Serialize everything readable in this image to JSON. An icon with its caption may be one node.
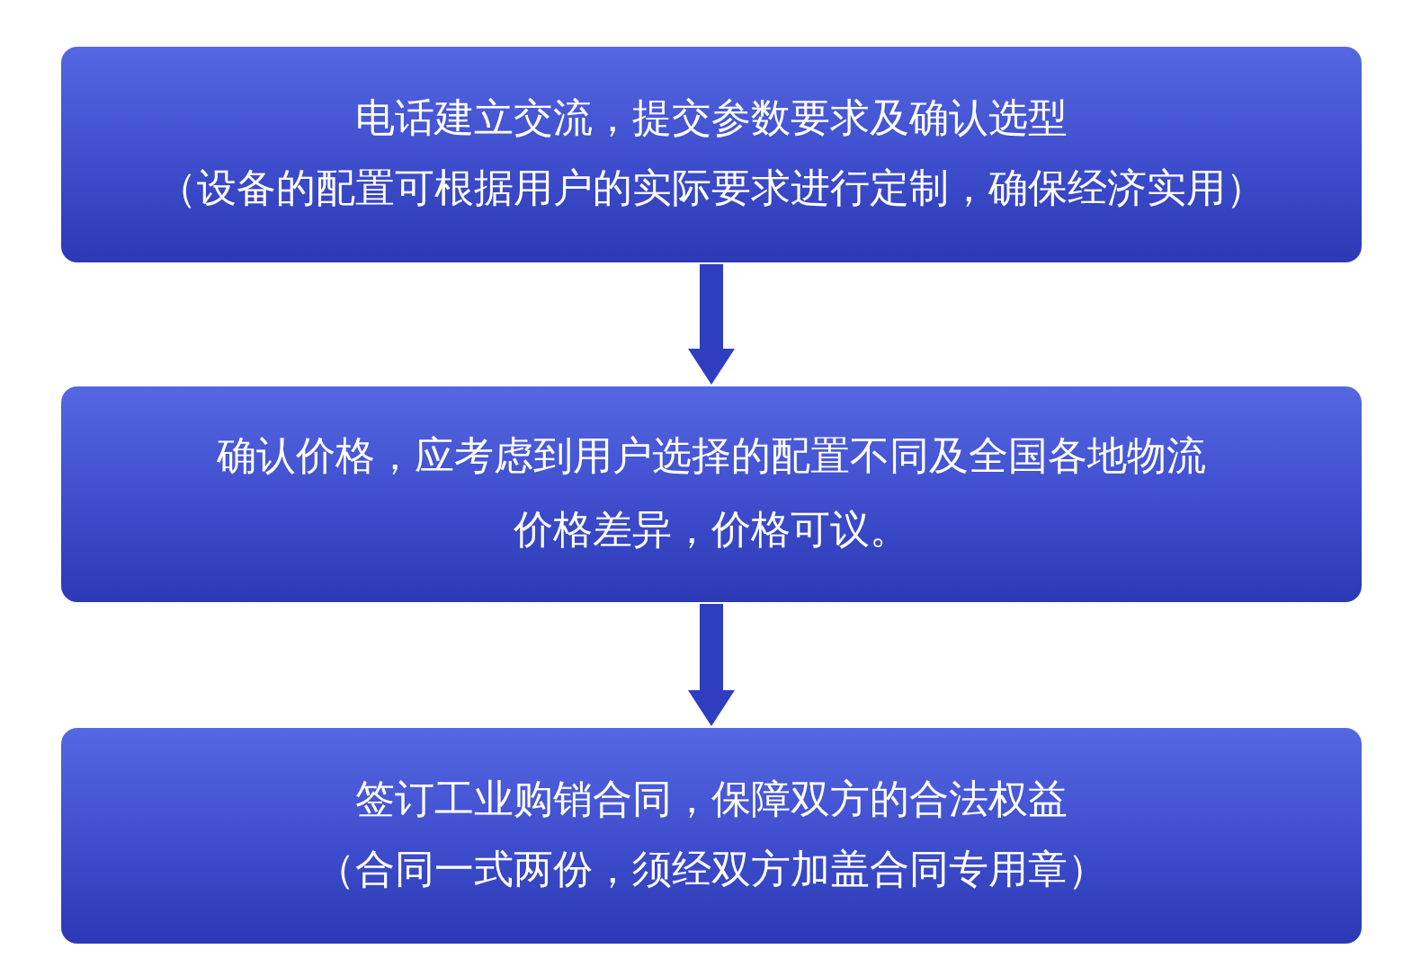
{
  "diagram": {
    "nodes": [
      {
        "text": [
          "电话建立交流，提交参数要求及确认选型",
          "（设备的配置可根据用户的实际要求进行定制，确保经济实用）"
        ]
      },
      {
        "text": [
          "确认价格，应考虑到用户选择的配置不同及全国各地物流价格差异，价格可议。"
        ]
      },
      {
        "text": [
          "签订工业购销合同，保障双方的合法权益",
          "（合同一式两份，须经双方加盖合同专用章）"
        ]
      }
    ],
    "edges": [
      {
        "from": 0,
        "to": 1,
        "arrow": "to"
      },
      {
        "from": 1,
        "to": 2,
        "arrow": "to"
      }
    ]
  }
}
